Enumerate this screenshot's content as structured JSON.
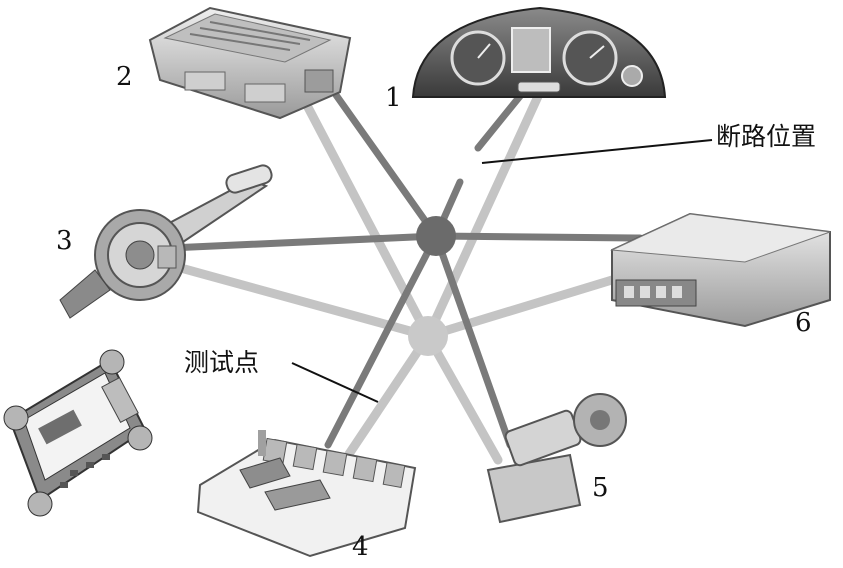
{
  "labels": {
    "n1": "1",
    "n2": "2",
    "n3": "3",
    "n4": "4",
    "n5": "5",
    "n6": "6"
  },
  "annotations": {
    "break_position": "断路位置",
    "test_point": "测试点"
  },
  "colors": {
    "dark_bus": "#7a7a7a",
    "light_bus": "#c4c4c4",
    "hub_dark": "#6b6b6b",
    "hub_light": "#c9c9c9",
    "device_fill": "#d8d8d8",
    "device_stroke": "#555555"
  }
}
